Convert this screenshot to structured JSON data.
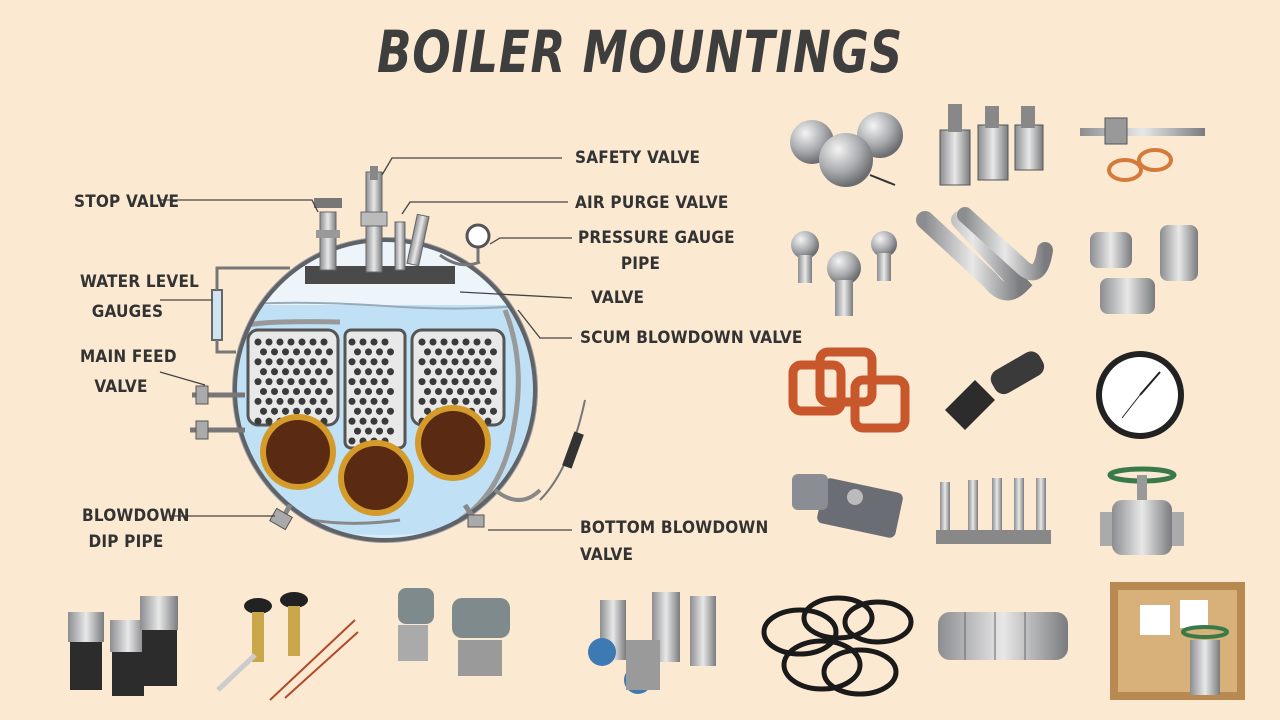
{
  "title": "BOILER MOUNTINGS",
  "labels": {
    "stop_valve": "STOP VALVE",
    "water_level_1": "WATER LEVEL",
    "water_level_2": "GAUGES",
    "main_feed_1": "MAIN FEED",
    "main_feed_2": "VALVE",
    "blowdown_1": "BLOWDOWN",
    "blowdown_2": "DIP PIPE",
    "safety_valve": "SAFETY VALVE",
    "air_purge": "AIR PURGE VALVE",
    "pressure_gauge_1": "PRESSURE GAUGE",
    "pressure_gauge_2": "PIPE",
    "valve": "VALVE",
    "scum": "SCUM BLOWDOWN VALVE",
    "bottom_1": "BOTTOM BLOWDOWN",
    "bottom_2": "VALVE"
  },
  "colors": {
    "background": "#fbe9d2",
    "water": "#bfe0f5",
    "steam": "#eaf4fb",
    "furnace": "#5a2a12",
    "furnace_ring": "#d49a2a",
    "text": "#333333"
  }
}
